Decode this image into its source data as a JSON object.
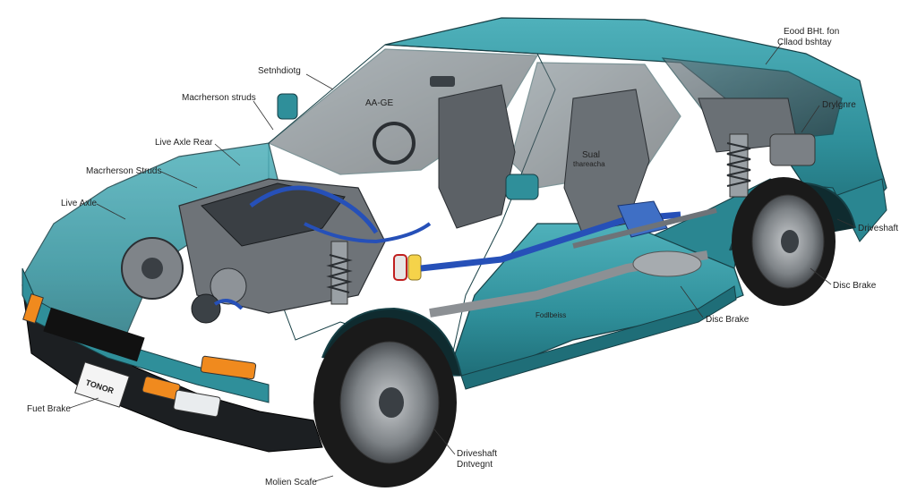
{
  "labels": {
    "top_right": "Eood BHt. fon",
    "top_right_2": "Cllaod bshtay",
    "seat_top": "Setnhdiotg",
    "engine_code": "AA-GE",
    "macpherson_1": "Macrherson struds",
    "live_axle_rear": "Live Axle Rear",
    "macpherson_2": "Macrherson Struds",
    "live_axle": "Live Axle",
    "dryferre": "Drylgnre",
    "seat_label": "Sual",
    "seat_label_2": "thareacha",
    "driveshaft_right": "Driveshaft",
    "disc_brake_right": "Disc Brake",
    "disc_brake_mid": "Disc Brake",
    "center_small": "Fodlbeiss",
    "fuel_brake": "Fuet Brake",
    "driveshaft_bottom": "Driveshaft",
    "driveshaft_bottom_2": "Dntvegnt",
    "bottom_center": "Molien Scafe",
    "plate_text": "TONOR"
  },
  "colors": {
    "body_teal": "#2f8f9a",
    "body_dark": "#1f6e78",
    "body_light": "#5fb7c0",
    "bumper": "#1c1f22",
    "tire": "#1a1a1a",
    "rim": "#8c8f92",
    "blue_hose": "#2650b8",
    "light_orange": "#f08a1e"
  }
}
